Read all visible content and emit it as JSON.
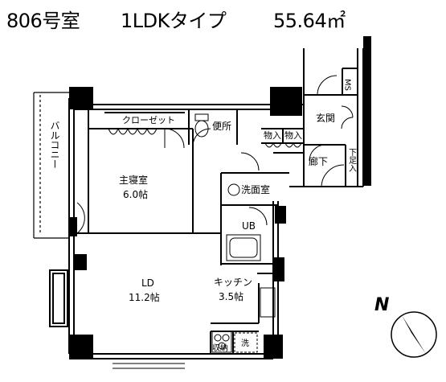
{
  "header": {
    "unit": "806号室",
    "type": "1LDKタイプ",
    "area": "55.64㎡"
  },
  "rooms": {
    "closet": "クローゼット",
    "toilet": "便所",
    "storage1": "物入",
    "storage2": "物入",
    "entrance": "玄関",
    "corridor": "廊下",
    "shoe_box": "下足入",
    "balcony": "バルコニー",
    "master_bedroom": "主寝室",
    "master_bedroom_size": "6.0帖",
    "washroom": "洗面室",
    "unit_bath": "UB",
    "ld": "LD",
    "ld_size": "11.2帖",
    "kitchen": "キッチン",
    "kitchen_size": "3.5帖",
    "storage_small": "収納",
    "washer": "洗",
    "ms": "MS"
  },
  "compass": {
    "label": "N"
  }
}
